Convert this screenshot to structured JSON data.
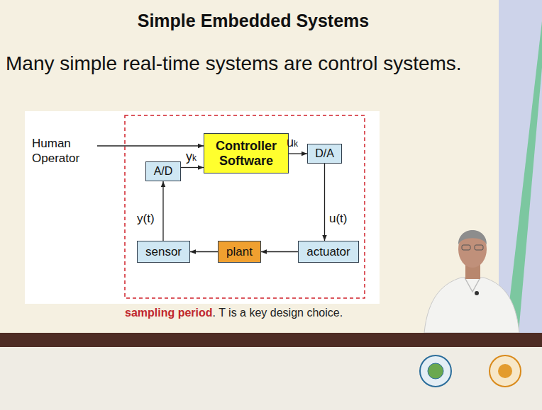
{
  "diagram": {
    "title": "Simple Embedded Systems",
    "nodes": [
      {
        "text": [
          "Controller Software"
        ]
      },
      {
        "text": [
          "A/D"
        ]
      },
      {
        "text": [
          "D/A"
        ]
      },
      {
        "text": [
          "sensor"
        ]
      },
      {
        "text": [
          "plant"
        ]
      },
      {
        "text": [
          "actuator"
        ]
      }
    ],
    "edges": [
      {
        "from": 1,
        "to": 0,
        "arrow": "to",
        "label": "yk"
      },
      {
        "from": 0,
        "to": 2,
        "arrow": "to",
        "label": "uk"
      },
      {
        "from": 2,
        "to": 5,
        "arrow": "to",
        "label": "u(t)"
      },
      {
        "from": 5,
        "to": 4,
        "arrow": "to"
      },
      {
        "from": 4,
        "to": 3,
        "arrow": "to"
      },
      {
        "from": 3,
        "to": 1,
        "arrow": "to",
        "label": "y(t)"
      }
    ],
    "labels": [
      "Many simple real-time systems are control systems.",
      "Human Operator",
      "sampling period",
      ". T is a key design choice."
    ]
  }
}
